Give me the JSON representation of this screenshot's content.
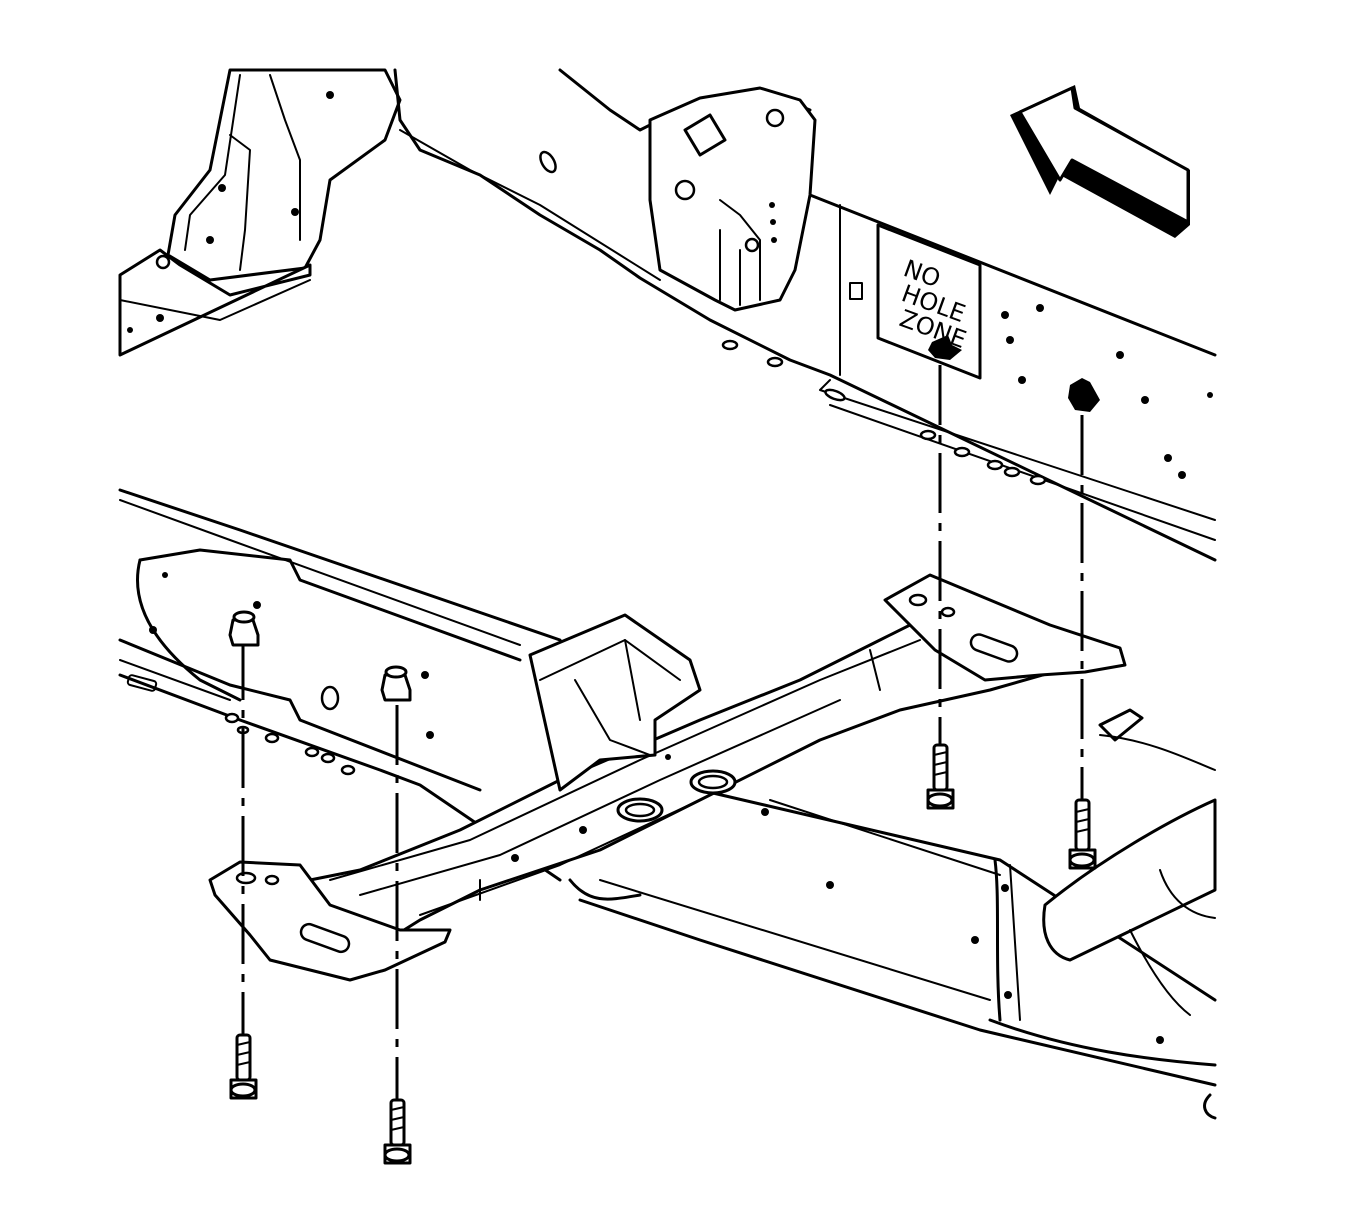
{
  "diagram": {
    "label": {
      "lines": [
        "NO",
        "HOLE",
        "ZONE"
      ]
    },
    "colors": {
      "line": "#000000",
      "background": "#ffffff"
    }
  }
}
